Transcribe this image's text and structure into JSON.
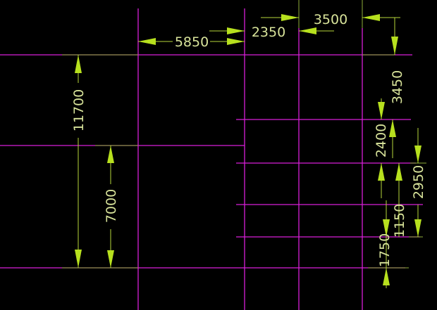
{
  "drawing": {
    "background": "#000000",
    "grid_color": "#d81fd8",
    "dimension_color": "#b7e01e",
    "text_color": "#d8e39a"
  },
  "dimensions": {
    "d5850": "5850",
    "d2350": "2350",
    "d3500": "3500",
    "d11700": "11700",
    "d7000": "7000",
    "d3450": "3450",
    "d2400": "2400",
    "d2950": "2950",
    "d1150": "1150",
    "d1750": "1750"
  }
}
